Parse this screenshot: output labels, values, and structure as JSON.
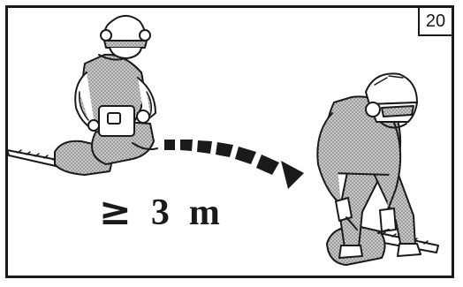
{
  "figure": {
    "page_number": "20",
    "distance": {
      "symbol": "≥",
      "value": "3",
      "unit": "m"
    }
  },
  "colors": {
    "ink": "#1a1a1a",
    "shading": "#9a9a9a",
    "paper": "#ffffff"
  },
  "icons": {
    "left_figure": "kneeling-worker-starting-hedge-trimmer",
    "arrow": "dashed-curved-arrow",
    "right_figure": "standing-worker-with-hedge-trimmer"
  }
}
